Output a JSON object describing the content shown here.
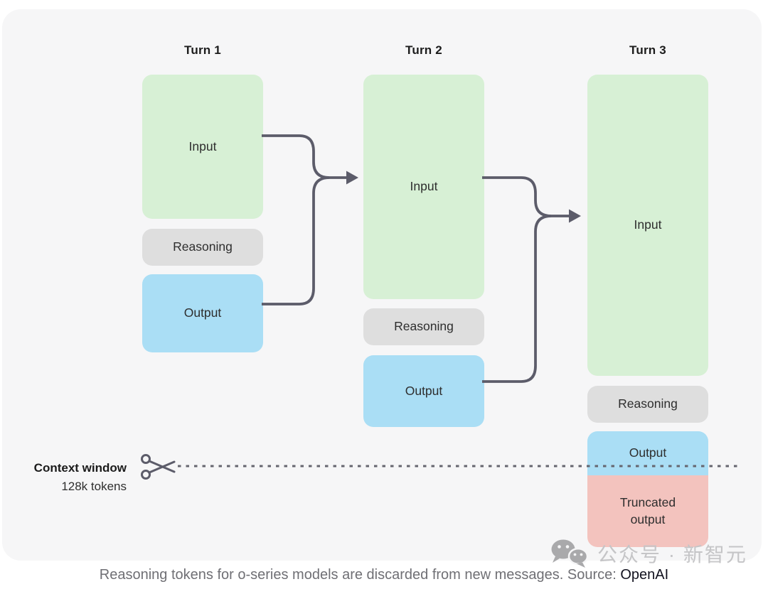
{
  "diagram": {
    "turns": [
      {
        "label": "Turn 1",
        "boxes": [
          {
            "label": "Input"
          },
          {
            "label": "Reasoning"
          },
          {
            "label": "Output"
          }
        ]
      },
      {
        "label": "Turn 2",
        "boxes": [
          {
            "label": "Input"
          },
          {
            "label": "Reasoning"
          },
          {
            "label": "Output"
          }
        ]
      },
      {
        "label": "Turn 3",
        "boxes": [
          {
            "label": "Input"
          },
          {
            "label": "Reasoning"
          },
          {
            "label": "Output"
          },
          {
            "label": "Truncated output"
          }
        ]
      }
    ],
    "context_window": {
      "title": "Context window",
      "subtitle": "128k tokens"
    },
    "colors": {
      "panel_bg": "#f6f6f7",
      "input_green": "#d7f0d5",
      "reasoning_gray": "#dedede",
      "output_blue": "#aadef5",
      "truncated_pink": "#f3c3be",
      "arrow": "#5c5c6a",
      "dash": "#66666f"
    }
  },
  "caption": {
    "text": "Reasoning tokens for o-series models are discarded from new messages. Source: ",
    "source_label": "OpenAI"
  },
  "watermark": {
    "label": "公众号 · 新智元"
  }
}
